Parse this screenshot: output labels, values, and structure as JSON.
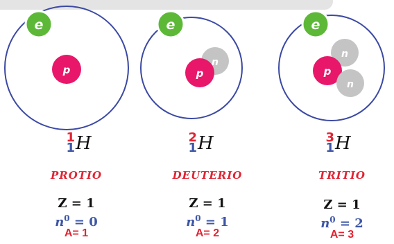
{
  "element_symbol": "H",
  "particles": {
    "electron": "e",
    "proton": "p",
    "neutron": "n"
  },
  "colors": {
    "electron": "#5db838",
    "proton": "#e8176a",
    "neutron": "#c4c4c4",
    "orbit": "#3b49a3",
    "mass_number": "#e02433",
    "atomic_number": "#3d56a6"
  },
  "isotopes": [
    {
      "name": "PROTIO",
      "mass_number": "1",
      "atomic_number": "1",
      "z_line": "Z = 1",
      "n_symbol": "n",
      "n_sup": "0",
      "n_value": " = 0",
      "a_line": "A= 1",
      "neutrons": 0
    },
    {
      "name": "DEUTERIO",
      "mass_number": "2",
      "atomic_number": "1",
      "z_line": "Z = 1",
      "n_symbol": "n",
      "n_sup": "0",
      "n_value": " = 1",
      "a_line": "A= 2",
      "neutrons": 1
    },
    {
      "name": "TRITIO",
      "mass_number": "3",
      "atomic_number": "1",
      "z_line": "Z = 1",
      "n_symbol": "n",
      "n_sup": "0",
      "n_value": " = 2",
      "a_line": "A= 3",
      "neutrons": 2
    }
  ]
}
